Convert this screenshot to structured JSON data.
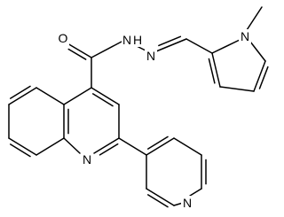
{
  "molecule": {
    "atoms": {
      "carbonyl_o": "O",
      "amide_nh": "N",
      "amide_h": "H",
      "hydrazone_n": "N",
      "pyrrole_n": "N",
      "quinoline_n": "N",
      "pyridine_n": "N"
    }
  }
}
